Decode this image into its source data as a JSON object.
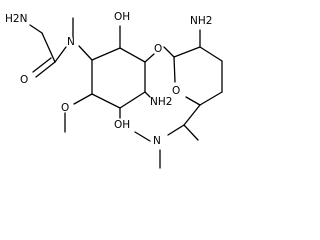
{
  "molecule": {
    "atoms": {
      "h2n_glycine": "H2N",
      "carbonyl_o": "O",
      "amide_n": "N",
      "ring_oh_top": "OH",
      "ring_methoxy_o": "O",
      "ring_nh2": "NH2",
      "ring_oh_bottom": "OH",
      "glycosidic_o": "O",
      "sugar_nh2": "NH2",
      "sugar_ring_o": "O",
      "dimethylamino_n": "N"
    }
  }
}
